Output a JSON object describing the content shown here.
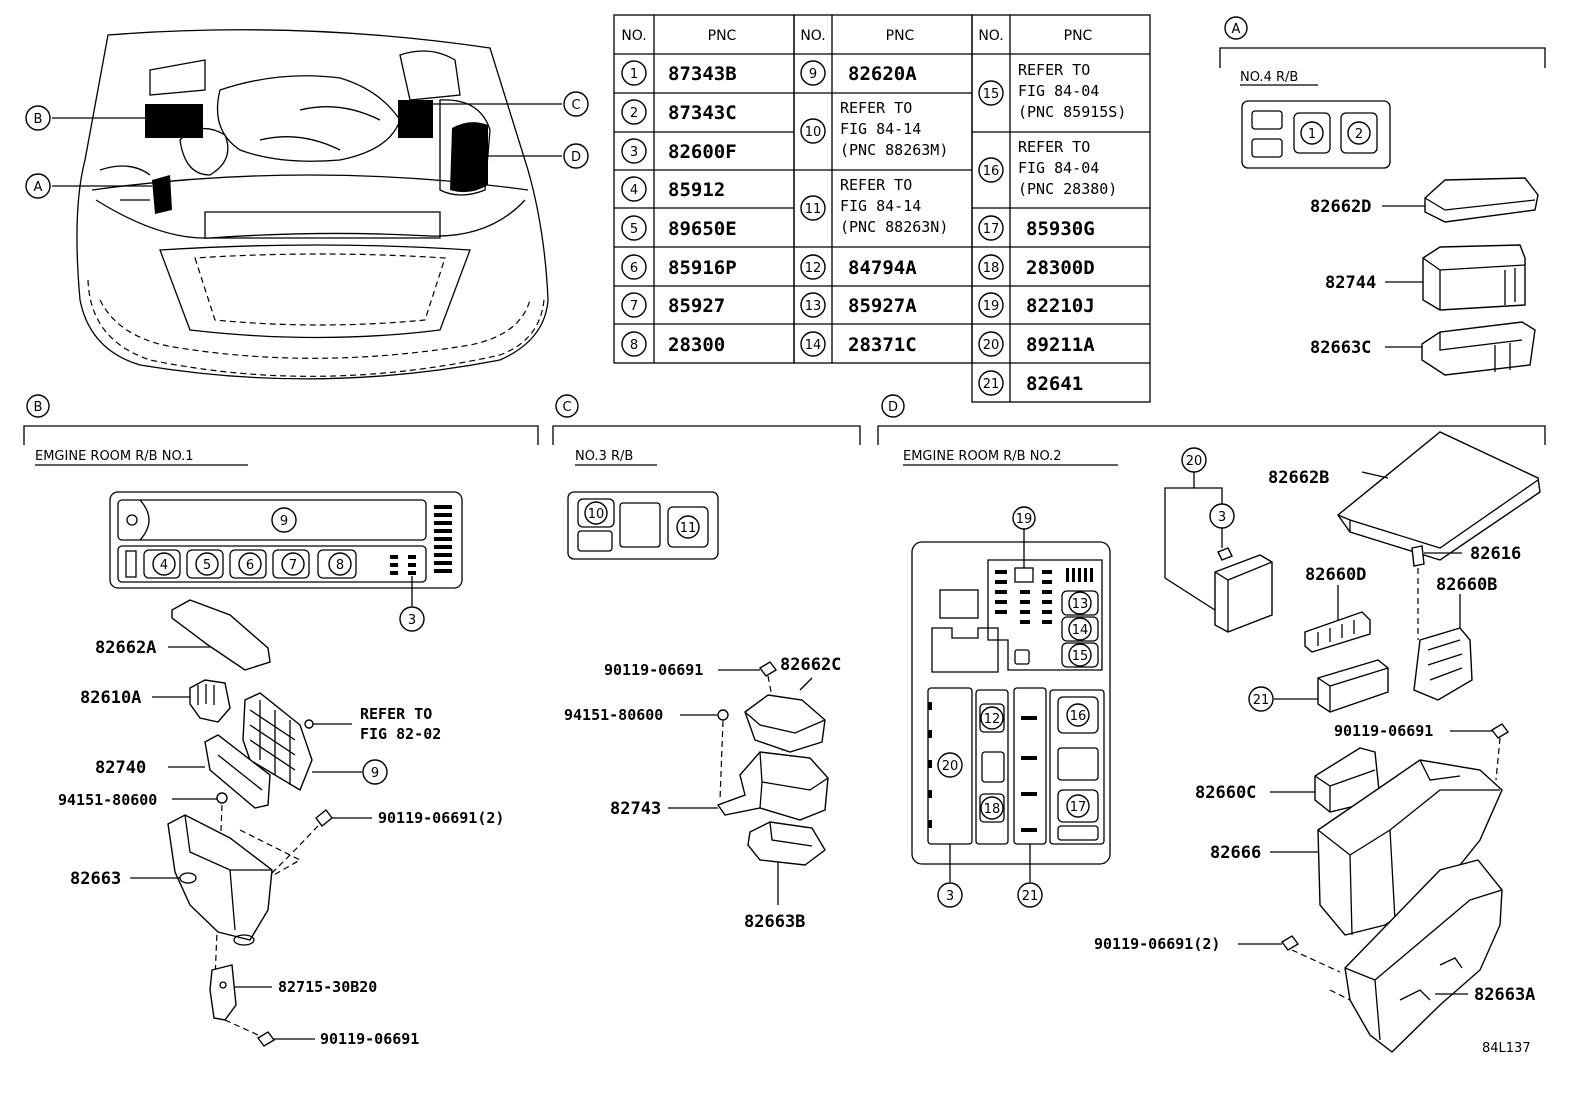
{
  "table": {
    "header_no": "NO.",
    "header_pnc": "PNC",
    "rows": [
      {
        "no": "1",
        "pnc": "87343B"
      },
      {
        "no": "2",
        "pnc": "87343C"
      },
      {
        "no": "3",
        "pnc": "82600F"
      },
      {
        "no": "4",
        "pnc": "85912"
      },
      {
        "no": "5",
        "pnc": "89650E"
      },
      {
        "no": "6",
        "pnc": "85916P"
      },
      {
        "no": "7",
        "pnc": "85927"
      },
      {
        "no": "8",
        "pnc": "28300"
      },
      {
        "no": "9",
        "pnc": "82620A"
      },
      {
        "no": "10",
        "pnc_lines": [
          "REFER TO",
          "FIG 84-14",
          "(PNC 88263M)"
        ]
      },
      {
        "no": "11",
        "pnc_lines": [
          "REFER TO",
          "FIG 84-14",
          "(PNC 88263N)"
        ]
      },
      {
        "no": "12",
        "pnc": "84794A"
      },
      {
        "no": "13",
        "pnc": "85927A"
      },
      {
        "no": "14",
        "pnc": "28371C"
      },
      {
        "no": "15",
        "pnc_lines": [
          "REFER TO",
          "FIG 84-04",
          "(PNC 85915S)"
        ]
      },
      {
        "no": "16",
        "pnc_lines": [
          "REFER TO",
          "FIG 84-04",
          "(PNC 28380)"
        ]
      },
      {
        "no": "17",
        "pnc": "85930G"
      },
      {
        "no": "18",
        "pnc": "28300D"
      },
      {
        "no": "19",
        "pnc": "82210J"
      },
      {
        "no": "20",
        "pnc": "89211A"
      },
      {
        "no": "21",
        "pnc": "82641"
      }
    ]
  },
  "overview": {
    "callouts": [
      "A",
      "B",
      "C",
      "D"
    ]
  },
  "sections": {
    "A": {
      "letter": "A",
      "title": "NO.4 R/B",
      "parts": [
        "82662D",
        "82744",
        "82663C"
      ],
      "slot_nums": [
        "1",
        "2"
      ]
    },
    "B": {
      "letter": "B",
      "title": "EMGINE ROOM R/B NO.1",
      "parts": [
        "82662A",
        "82610A",
        "82740",
        "94151-80600",
        "82663",
        "82715-30B20",
        "90119-06691",
        "90119-06691(2)"
      ],
      "refer": [
        "REFER TO",
        "FIG 82-02"
      ],
      "nums": [
        "9",
        "4",
        "5",
        "6",
        "7",
        "8",
        "3",
        "9"
      ]
    },
    "C": {
      "letter": "C",
      "title": "NO.3 R/B",
      "parts": [
        "90119-06691",
        "82662C",
        "94151-80600",
        "82743",
        "82663B"
      ],
      "nums": [
        "10",
        "11"
      ]
    },
    "D": {
      "letter": "D",
      "title": "EMGINE ROOM R/B NO.2",
      "parts": [
        "82662B",
        "82616",
        "82660D",
        "82660B",
        "90119-06691",
        "82660C",
        "82666",
        "90119-06691(2)",
        "82663A"
      ],
      "nums": [
        "19",
        "13",
        "14",
        "15",
        "12",
        "16",
        "20",
        "18",
        "17",
        "3",
        "21",
        "20",
        "3",
        "21"
      ]
    }
  },
  "figure_code": "84L137"
}
